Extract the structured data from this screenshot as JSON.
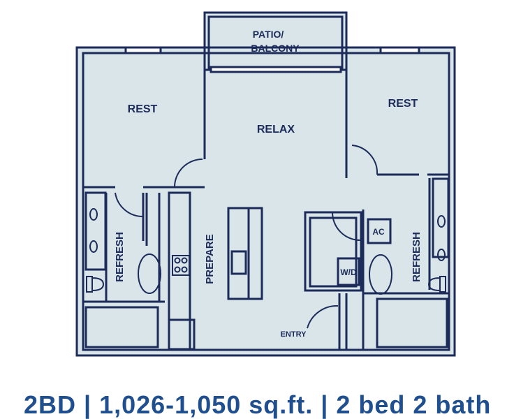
{
  "plan": {
    "colors": {
      "fill": "#d9e5e8",
      "wall": "#1c2b5a",
      "paper": "#ffffff",
      "caption": "#1f4f8e"
    },
    "rooms": {
      "patio": "PATIO/",
      "patio_line2": "BALCONY",
      "rest_left": "REST",
      "rest_right": "REST",
      "relax": "RELAX",
      "prepare": "PREPARE",
      "refresh_left": "REFRESH",
      "refresh_right": "REFRESH",
      "ac": "AC",
      "wd": "W/D",
      "entry": "ENTRY"
    },
    "caption": "2BD | 1,026-1,050 sq.ft. | 2 bed 2 bath"
  }
}
